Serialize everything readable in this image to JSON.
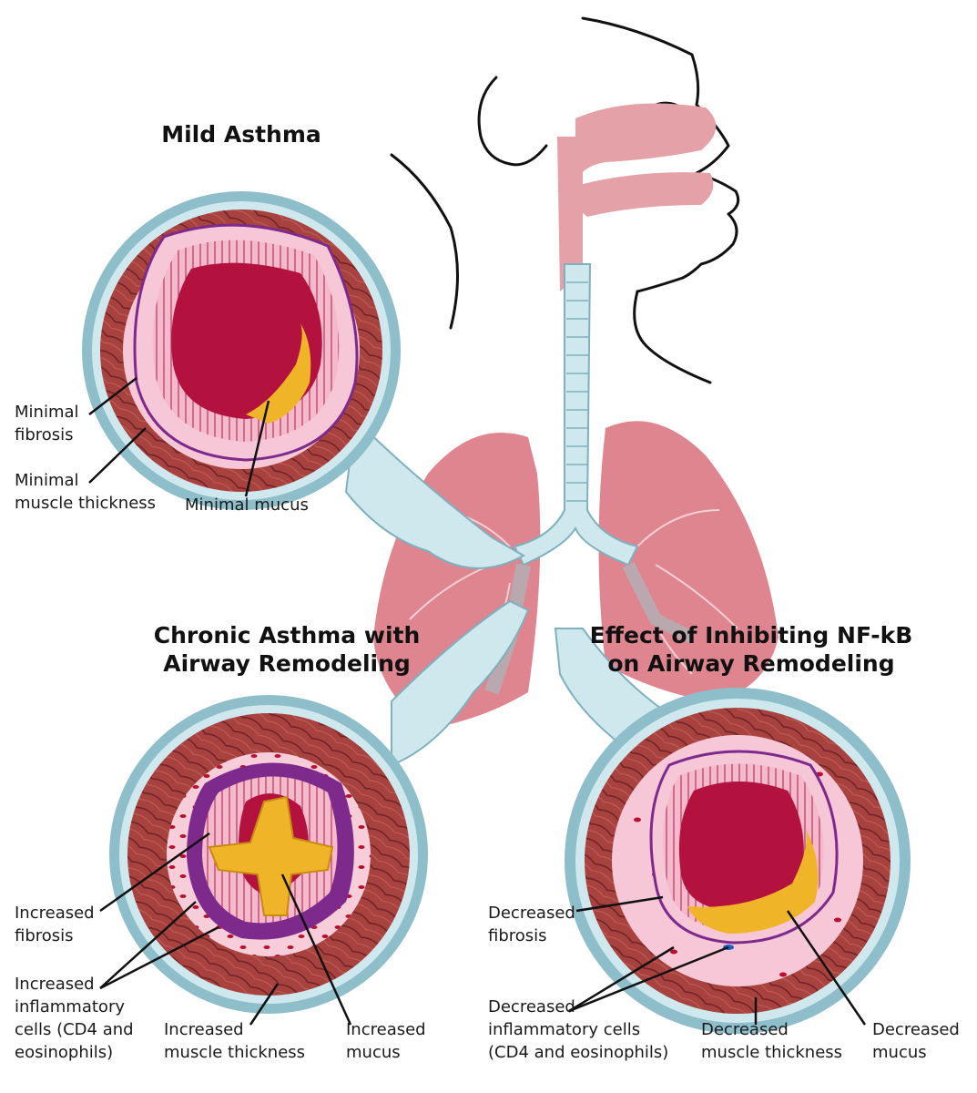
{
  "titles": {
    "mild": "Mild Asthma",
    "chronic": "Chronic Asthma with\nAirway Remodeling",
    "effect": "Effect of Inhibiting NF-kB\non Airway Remodeling"
  },
  "labels": {
    "mild_fibrosis": "Minimal\nfibrosis",
    "mild_muscle": "Minimal\nmuscle thickness",
    "mild_mucus": "Minimal mucus",
    "chronic_fibrosis": "Increased\nfibrosis",
    "chronic_cells": "Increased\ninflammatory\ncells (CD4 and\neosinophils)",
    "chronic_muscle": "Increased\nmuscle thickness",
    "chronic_mucus": "Increased\nmucus",
    "effect_fibrosis": "Decreased\nfibrosis",
    "effect_cells": "Decreased\ninflammatory cells\n(CD4 and eosinophils)",
    "effect_muscle": "Decreased\nmuscle thickness",
    "effect_mucus": "Decreased\nmucus"
  },
  "colors": {
    "lung": "#d9707c",
    "airway_duct": "#cfe8ee",
    "outer_ring": "#8fbecb",
    "muscle": "#9b3a3a",
    "submucosa": "#f6c7d6",
    "fibrosis": "#7d2a8c",
    "epithelium": "#f3a9c0",
    "lumen": "#b3123f",
    "mucus": "#f0b429",
    "face_tissue": "#e4a2a8"
  }
}
